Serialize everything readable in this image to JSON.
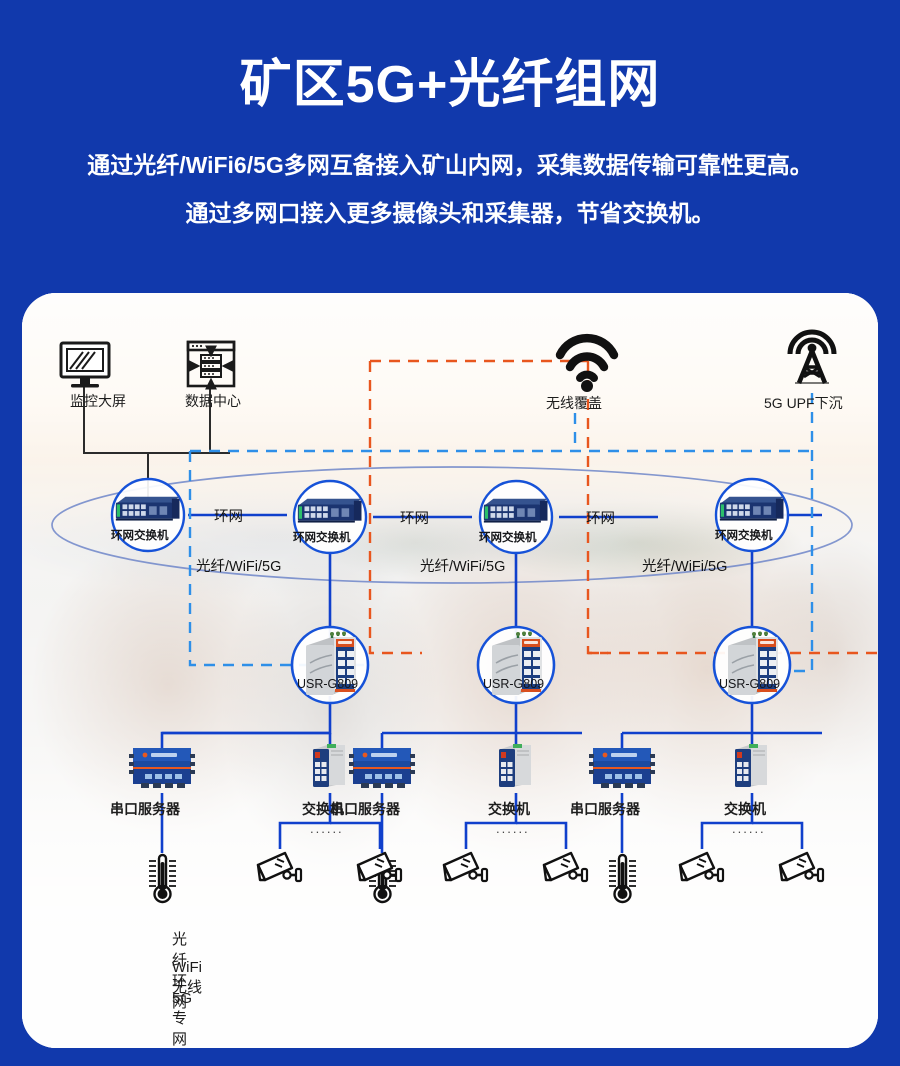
{
  "header": {
    "title": "矿区5G+光纤组网",
    "subtitle_1": "通过光纤/WiFi6/5G多网互备接入矿山内网，采集数据传输可靠性更高。",
    "subtitle_2": "通过多网口接入更多摄像头和采集器，节省交换机。"
  },
  "colors": {
    "background": "#1139AC",
    "fiber_line": "#1040CC",
    "wifi_line": "#E8561E",
    "fiveg_line": "#2E8FE8",
    "node_border": "#1652D8",
    "card_bg": "#f4f3f1",
    "title_text": "#FFFFFF"
  },
  "diagram": {
    "top_icons": [
      {
        "id": "monitor",
        "icon": "monitor-icon",
        "label": "监控大屏"
      },
      {
        "id": "datacenter",
        "icon": "data-center-icon",
        "label": "数据中心"
      },
      {
        "id": "wireless",
        "icon": "wifi-icon",
        "label": "无线覆盖"
      },
      {
        "id": "upf",
        "icon": "cell-tower-icon",
        "label": "5G UPF下沉"
      }
    ],
    "ring_switches": [
      {
        "id": "rs1",
        "caption": "环网交换机"
      },
      {
        "id": "rs2",
        "caption": "环网交换机"
      },
      {
        "id": "rs3",
        "caption": "环网交换机"
      },
      {
        "id": "rs4",
        "caption": "环网交换机"
      }
    ],
    "ring_link_labels": [
      "环网",
      "环网",
      "环网"
    ],
    "routers": [
      {
        "id": "g809-1",
        "caption": "USR-G809"
      },
      {
        "id": "g809-2",
        "caption": "USR-G809"
      },
      {
        "id": "g809-3",
        "caption": "USR-G809"
      }
    ],
    "router_uplink_labels": [
      "光纤/WiFi/5G",
      "光纤/WiFi/5G",
      "光纤/WiFi/5G"
    ],
    "access_devices": [
      {
        "id": "ss1",
        "type": "serial-server",
        "label": "串口服务器"
      },
      {
        "id": "sw1",
        "type": "switch",
        "label": "交换机"
      },
      {
        "id": "ss2",
        "type": "serial-server",
        "label": "串口服务器"
      },
      {
        "id": "sw2",
        "type": "switch",
        "label": "交换机"
      },
      {
        "id": "ss3",
        "type": "serial-server",
        "label": "串口服务器"
      },
      {
        "id": "sw3",
        "type": "switch",
        "label": "交换机"
      }
    ],
    "endpoints": [
      {
        "id": "t1",
        "type": "thermometer"
      },
      {
        "id": "cams1",
        "type": "camera-pair",
        "ellipsis": "......"
      },
      {
        "id": "t2",
        "type": "thermometer"
      },
      {
        "id": "cams2",
        "type": "camera-pair",
        "ellipsis": "......"
      },
      {
        "id": "t3",
        "type": "thermometer"
      },
      {
        "id": "cams3",
        "type": "camera-pair",
        "ellipsis": "......"
      }
    ]
  },
  "legend": [
    {
      "id": "fiber",
      "label": "光纤环网",
      "style": "solid",
      "color": "#1040CC"
    },
    {
      "id": "wifi",
      "label": "WiFi无线",
      "style": "dashed",
      "color": "#E8561E"
    },
    {
      "id": "fiveg",
      "label": "5G专网",
      "style": "dashed",
      "color": "#2E8FE8"
    }
  ]
}
